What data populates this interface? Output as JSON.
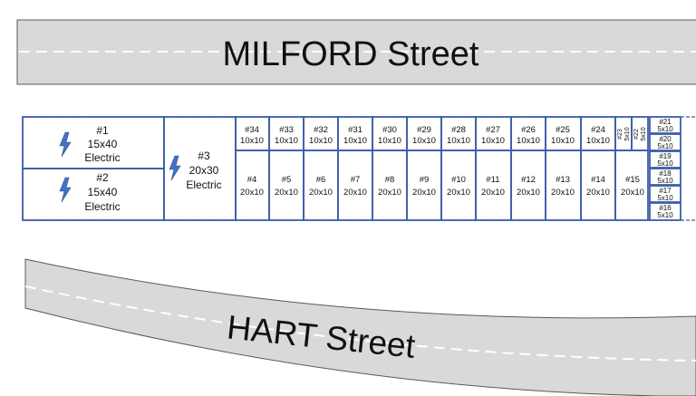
{
  "streets": {
    "top": {
      "name": "MILFORD Street"
    },
    "bottom": {
      "name": "HART Street"
    }
  },
  "colors": {
    "road": "#d9d9d9",
    "road_edge": "#595959",
    "lane_mark": "#ffffff",
    "unit_border": "#3d5ea8",
    "lightning": "#4472c4",
    "text": "#111111"
  },
  "icons": {
    "electric": "lightning-bolt-icon"
  },
  "units": {
    "u1": {
      "number": "#1",
      "size": "15x40",
      "note": "Electric"
    },
    "u2": {
      "number": "#2",
      "size": "15x40",
      "note": "Electric"
    },
    "u3": {
      "number": "#3",
      "size": "20x30",
      "note": "Electric"
    },
    "u4": {
      "number": "#4",
      "size": "20x10"
    },
    "u5": {
      "number": "#5",
      "size": "20x10"
    },
    "u6": {
      "number": "#6",
      "size": "20x10"
    },
    "u7": {
      "number": "#7",
      "size": "20x10"
    },
    "u8": {
      "number": "#8",
      "size": "20x10"
    },
    "u9": {
      "number": "#9",
      "size": "20x10"
    },
    "u10": {
      "number": "#10",
      "size": "20x10"
    },
    "u11": {
      "number": "#11",
      "size": "20x10"
    },
    "u12": {
      "number": "#12",
      "size": "20x10"
    },
    "u13": {
      "number": "#13",
      "size": "20x10"
    },
    "u14": {
      "number": "#14",
      "size": "20x10"
    },
    "u15": {
      "number": "#15",
      "size": "20x10"
    },
    "u16": {
      "number": "#16",
      "size": "5x10"
    },
    "u17": {
      "number": "#17",
      "size": "5x10"
    },
    "u18": {
      "number": "#18",
      "size": "5x10"
    },
    "u19": {
      "number": "#19",
      "size": "5x10"
    },
    "u20": {
      "number": "#20",
      "size": "5x10"
    },
    "u21": {
      "number": "#21",
      "size": "5x10"
    },
    "u22": {
      "number": "#22",
      "size": "5x10"
    },
    "u23": {
      "number": "#23",
      "size": "5x10"
    },
    "u24": {
      "number": "#24",
      "size": "10x10"
    },
    "u25": {
      "number": "#25",
      "size": "10x10"
    },
    "u26": {
      "number": "#26",
      "size": "10x10"
    },
    "u27": {
      "number": "#27",
      "size": "10x10"
    },
    "u28": {
      "number": "#28",
      "size": "10x10"
    },
    "u29": {
      "number": "#29",
      "size": "10x10"
    },
    "u30": {
      "number": "#30",
      "size": "10x10"
    },
    "u31": {
      "number": "#31",
      "size": "10x10"
    },
    "u32": {
      "number": "#32",
      "size": "10x10"
    },
    "u33": {
      "number": "#33",
      "size": "10x10"
    },
    "u34": {
      "number": "#34",
      "size": "10x10"
    }
  }
}
